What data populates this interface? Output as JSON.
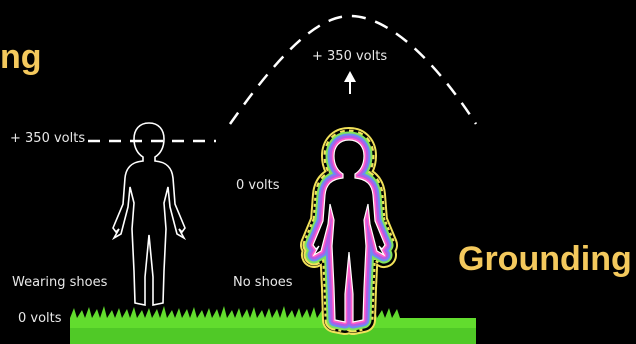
{
  "title_left_fragment": "ng",
  "title_right": "Grounding",
  "labels": {
    "left_voltage": "+ 350 volts",
    "top_voltage": "+ 350 volts",
    "mid_voltage": "0 volts",
    "bottom_voltage": "0 volts",
    "wearing_shoes": "Wearing shoes",
    "no_shoes": "No shoes"
  },
  "colors": {
    "background": "#000000",
    "title": "#f4c95d",
    "text": "#e8e8e8",
    "grass": "#58d12a",
    "aura_outer": "#f2e25a",
    "aura_mid": "#7fe35b",
    "aura_inner": "#b45ae6",
    "aura_core": "#ff5fc8"
  },
  "icons": [
    "human-silhouette-outline-icon",
    "human-silhouette-glowing-icon",
    "arrow-up-icon"
  ]
}
